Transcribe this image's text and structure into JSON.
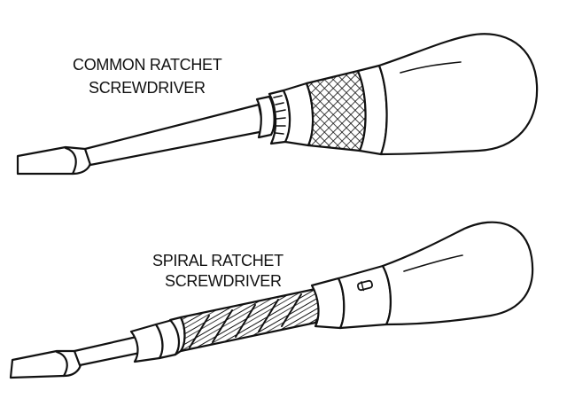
{
  "common_ratchet": {
    "label_line1": "COMMON RATCHET",
    "label_line2": "SCREWDRIVER"
  },
  "spiral_ratchet": {
    "label_line1": "SPIRAL RATCHET",
    "label_line2": "SCREWDRIVER"
  },
  "colors": {
    "ink": "#111111",
    "background": "#ffffff"
  }
}
